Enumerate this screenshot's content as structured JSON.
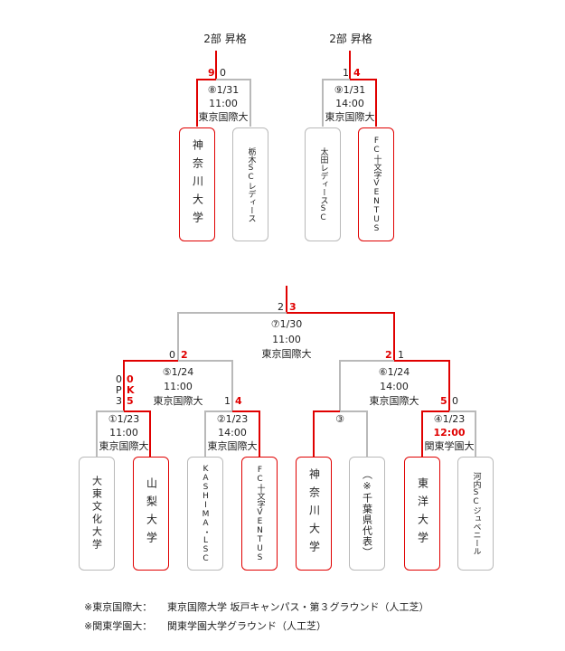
{
  "upper": {
    "left": {
      "result": "2部 昇格",
      "score_a": "9",
      "score_b": "0",
      "match_no_date": "⑧1/31",
      "time": "11:00",
      "venue": "東京国際大",
      "team_a": "神奈川大学",
      "team_b": "栃木SCレディース"
    },
    "right": {
      "result": "2部 昇格",
      "score_a": "1",
      "score_b": "4",
      "match_no_date": "⑨1/31",
      "time": "14:00",
      "venue": "東京国際大",
      "team_a": "太田レディースSC",
      "team_b": "FC十文字VENTUS"
    }
  },
  "final": {
    "score_l": "2",
    "score_r": "3",
    "match_no_date": "⑦1/30",
    "time": "11:00",
    "venue": "東京国際大"
  },
  "semi_left": {
    "score_l": "0",
    "score_r": "2",
    "match_no_date": "⑤1/24",
    "time": "11:00",
    "venue": "東京国際大",
    "pk_l_lines": [
      "0",
      "P",
      "3"
    ],
    "pk_r_lines": [
      "0",
      "K",
      "5"
    ],
    "child_score_l": "1",
    "child_score_r": "4"
  },
  "semi_right": {
    "score_l": "2",
    "score_r": "1",
    "match_no_date": "⑥1/24",
    "time": "14:00",
    "venue": "東京国際大",
    "child_score_l": "5",
    "child_score_r": "0"
  },
  "r1": {
    "m1": {
      "match_no_date": "①1/23",
      "time": "11:00",
      "venue": "東京国際大"
    },
    "m2": {
      "match_no_date": "②1/23",
      "time": "14:00",
      "venue": "東京国際大"
    },
    "m3": {
      "match_no": "③"
    },
    "m4": {
      "match_no_date": "④1/23",
      "time": "12:00",
      "venue": "関東学園大"
    }
  },
  "teams": [
    "大東文化大学",
    "山梨大学",
    "KASHIMA・LSC",
    "FC十文字VENTUS",
    "神奈川大学",
    "（※千葉県代表）",
    "東洋大学",
    "河内SCジュベニール"
  ],
  "footer": [
    {
      "key": "※東京国際大：",
      "value": "東京国際大学 坂戸キャンパス・第３グラウンド（人工芝）"
    },
    {
      "key": "※関東学園大：",
      "value": "関東学園大学グラウンド（人工芝）"
    }
  ],
  "colors": {
    "win": "#e00000",
    "line": "#b9b9b9",
    "text": "#222222"
  }
}
